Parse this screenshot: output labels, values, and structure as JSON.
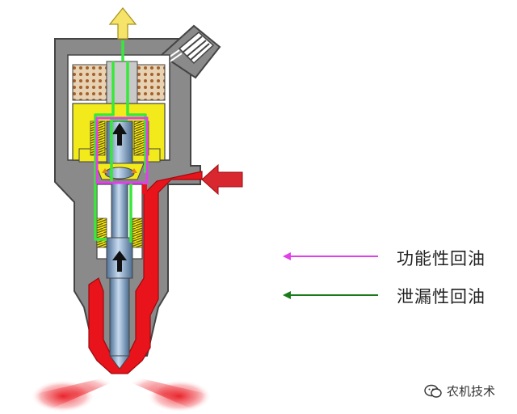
{
  "legend": {
    "functional_return": {
      "label": "功能性回油",
      "color": "#e040e8"
    },
    "leakage_return": {
      "label": "泄漏性回油",
      "color": "#1a7a1a"
    }
  },
  "watermark": {
    "text": "农机技术",
    "icon": "wechat-icon"
  },
  "colors": {
    "housing": "#8a8a8a",
    "high_pressure_fuel": "#e8131b",
    "solenoid_yellow": "#f2ea1a",
    "leak_path": "#38e83a",
    "needle_steel": "#7aa0c8",
    "return_arrow": "#f5e36a",
    "inlet_arrow": "#d8272e"
  }
}
